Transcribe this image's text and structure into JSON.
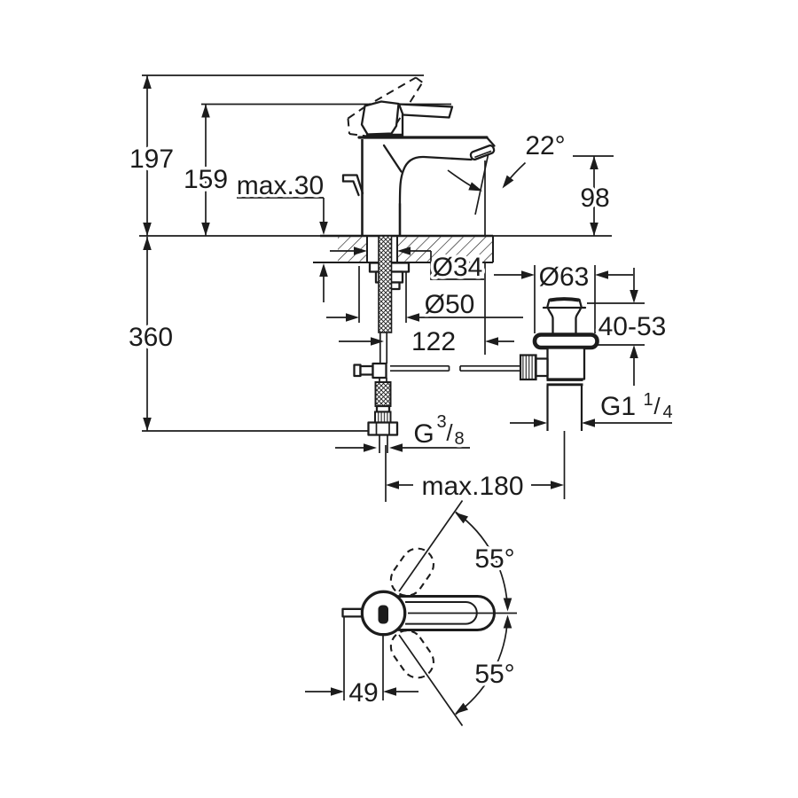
{
  "labels": {
    "height_total": "197",
    "height_spout": "159",
    "deck_thickness_max": "max.30",
    "spout_angle": "22°",
    "spout_outlet_height": "98",
    "hole_diameter": "Ø34",
    "base_diameter": "Ø50",
    "waste_diameter": "Ø63",
    "waste_height_range": "40-53",
    "depth_below_deck": "360",
    "spout_projection": "122",
    "hose_thread_g": "G",
    "hose_thread_numerator": "3",
    "hose_thread_slash": "/",
    "hose_thread_denominator": "8",
    "waste_thread_g": "G1",
    "waste_thread_numerator": "1",
    "waste_thread_slash": "/",
    "waste_thread_denominator": "4",
    "center_distance_max": "max.180",
    "handle_swivel_upper": "55°",
    "handle_swivel_lower": "55°",
    "handle_offset": "49"
  }
}
